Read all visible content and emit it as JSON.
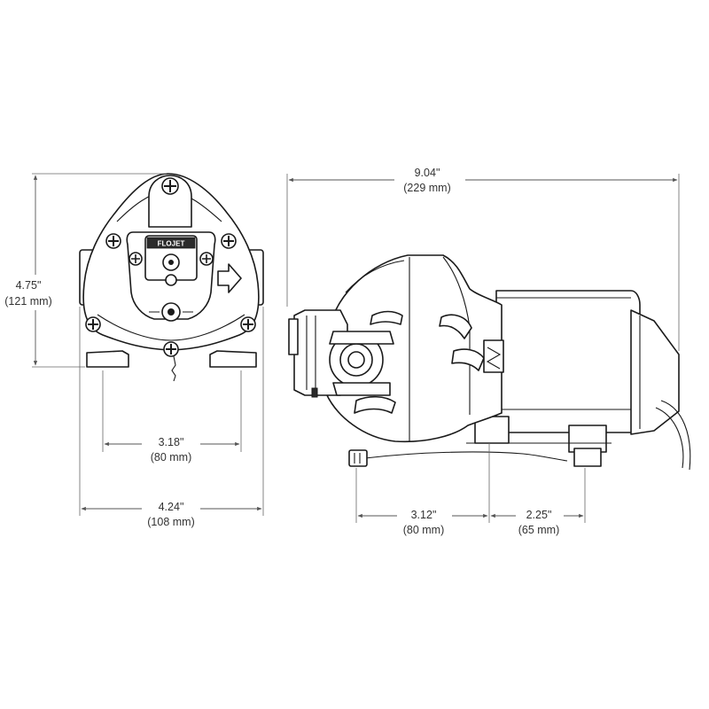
{
  "brand_label": "FLOJET",
  "dimensions": {
    "height": {
      "inches": "4.75\"",
      "mm": "(121 mm)"
    },
    "mount_width": {
      "inches": "3.18\"",
      "mm": "(80 mm)"
    },
    "overall_width": {
      "inches": "4.24\"",
      "mm": "(108 mm)"
    },
    "overall_length": {
      "inches": "9.04\"",
      "mm": "(229 mm)"
    },
    "inlet_to_mount": {
      "inches": "3.12\"",
      "mm": "(80 mm)"
    },
    "mount_spacing": {
      "inches": "2.25\"",
      "mm": "(65 mm)"
    }
  },
  "colors": {
    "line": "#1a1a1a",
    "dimension": "#555555",
    "text": "#333333"
  }
}
